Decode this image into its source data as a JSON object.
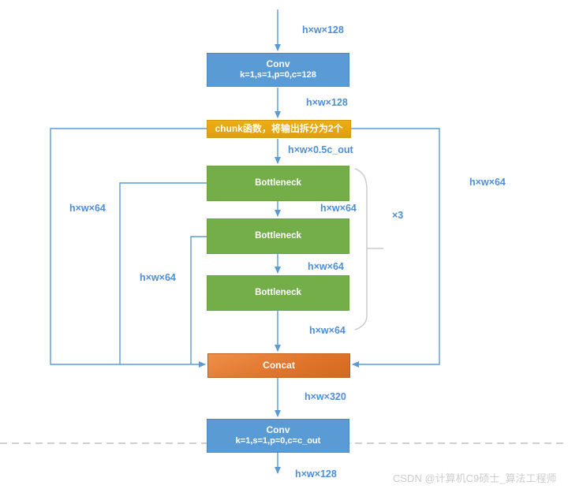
{
  "diagram": {
    "type": "flowchart",
    "description": "C2f-style CSP block: conv, chunk split, three bottlenecks, concat, conv"
  },
  "nodes": {
    "conv1": {
      "title": "Conv",
      "subtitle": "k=1,s=1,p=0,c=128"
    },
    "chunk": {
      "label": "chunk函数，将输出拆分为2个"
    },
    "bottleneck1": {
      "label": "Bottleneck"
    },
    "bottleneck2": {
      "label": "Bottleneck"
    },
    "bottleneck3": {
      "label": "Bottleneck"
    },
    "concat": {
      "label": "Concat"
    },
    "conv2": {
      "title": "Conv",
      "subtitle": "k=1,s=1,p=0,c=c_out"
    }
  },
  "edge_labels": {
    "input": "h×w×128",
    "after_conv1": "h×w×128",
    "after_chunk": "h×w×0.5c_out",
    "after_b1": "h×w×64",
    "after_b2": "h×w×64",
    "after_b3": "h×w×64",
    "left_skip": "h×w×64",
    "inner_skip": "h×w×64",
    "right_skip": "h×w×64",
    "after_concat": "h×w×320",
    "output": "h×w×128"
  },
  "annotations": {
    "repeat": "×3",
    "watermark": "CSDN @计算机C9硕士_算法工程师"
  },
  "colors": {
    "wire": "#5b9bd5",
    "label_text": "#4e8ed7",
    "conv_fill": "#5b9bd5",
    "chunk_fill": "#e5a812",
    "bottleneck_fill": "#74ae49",
    "concat_fill": "#e0762c",
    "bracket": "#cccccc",
    "dashed_divider": "#bfbfbf",
    "watermark_text": "#cccccc"
  }
}
